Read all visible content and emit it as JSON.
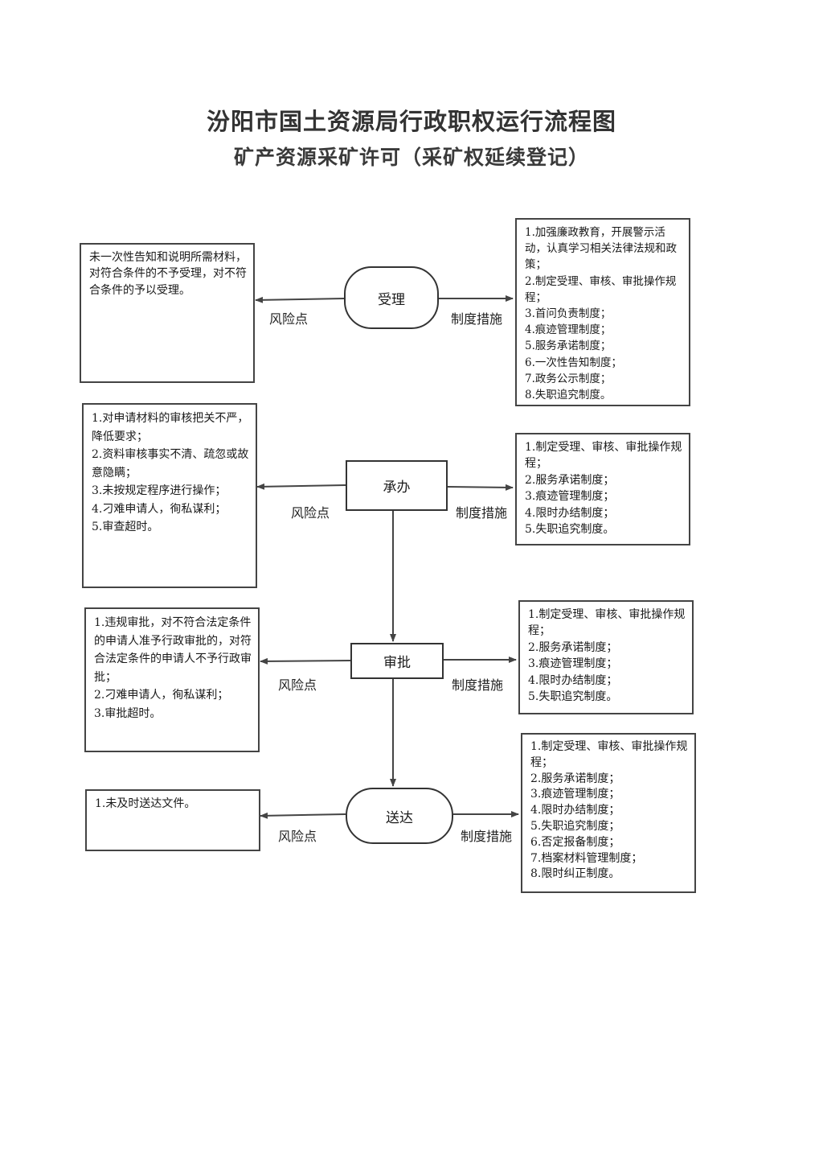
{
  "header": {
    "title": "汾阳市国土资源局行政职权运行流程图",
    "subtitle": "矿产资源采矿许可（采矿权延续登记）"
  },
  "labels": {
    "risk": "风险点",
    "measures": "制度措施"
  },
  "steps": [
    {
      "name": "受理",
      "risks": [
        "未一次性告知和说明所需材料，对符合条件的不予受理，对不符合条件的予以受理。"
      ],
      "measures": [
        "1.加强廉政教育，开展警示活动，认真学习相关法律法规和政策；",
        "2.制定受理、审核、审批操作规程；",
        "3.首问负责制度；",
        "4.痕迹管理制度；",
        "5.服务承诺制度；",
        "6.一次性告知制度；",
        "7.政务公示制度；",
        "8.失职追究制度。"
      ]
    },
    {
      "name": "承办",
      "risks": [
        "1.对申请材料的审核把关不严，降低要求；",
        "2.资料审核事实不清、疏忽或故意隐瞒；",
        "3.未按规定程序进行操作；",
        "4.刁难申请人，徇私谋利；",
        "5.审查超时。"
      ],
      "measures": [
        "1.制定受理、审核、审批操作规程；",
        "2.服务承诺制度；",
        "3.痕迹管理制度；",
        "4.限时办结制度；",
        "5.失职追究制度。"
      ]
    },
    {
      "name": "审批",
      "risks": [
        "1.违规审批，对不符合法定条件的申请人准予行政审批的，对符合法定条件的申请人不予行政审批；",
        "2.刁难申请人，徇私谋利；",
        "3.审批超时。"
      ],
      "measures": [
        "1.制定受理、审核、审批操作规程；",
        "2.服务承诺制度；",
        "3.痕迹管理制度；",
        "4.限时办结制度；",
        "5.失职追究制度。"
      ]
    },
    {
      "name": "送达",
      "risks": [
        "1.未及时送达文件。"
      ],
      "measures": [
        "1.制定受理、审核、审批操作规程；",
        "2.服务承诺制度；",
        "3.痕迹管理制度；",
        "4.限时办结制度；",
        "5.失职追究制度；",
        "6.否定报备制度；",
        "7.档案材料管理制度；",
        "8.限时纠正制度。"
      ]
    }
  ]
}
